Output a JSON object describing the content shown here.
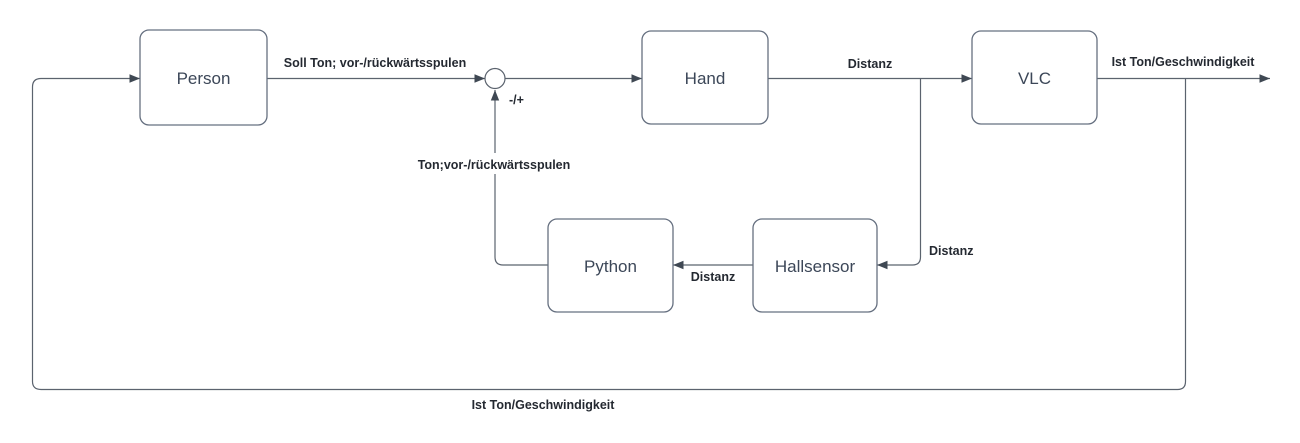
{
  "diagram": {
    "nodes": [
      {
        "id": "person",
        "label": "Person"
      },
      {
        "id": "hand",
        "label": "Hand"
      },
      {
        "id": "vlc",
        "label": "VLC"
      },
      {
        "id": "python",
        "label": "Python"
      },
      {
        "id": "hallsensor",
        "label": "Hallsensor"
      }
    ],
    "junction": {
      "type": "summing-junction",
      "sign_label": "-/+"
    },
    "edge_labels": {
      "soll_ton": "Soll Ton; vor-/rückwärtsspulen",
      "distanz_top": "Distanz",
      "ist_ton_top": "Ist Ton/Geschwindigkeit",
      "ton_feedback": "Ton;vor-/rückwärtsspulen",
      "distanz_mid": "Distanz",
      "distanz_right": "Distanz",
      "ist_ton_bottom": "Ist Ton/Geschwindigkeit"
    },
    "colors": {
      "background": "#ffffff",
      "line": "#5b636e",
      "arrowhead": "#3f4853",
      "box_border": "#667080",
      "box_fill": "#ffffff",
      "box_text": "#3c4758",
      "label_text": "#242931"
    }
  }
}
